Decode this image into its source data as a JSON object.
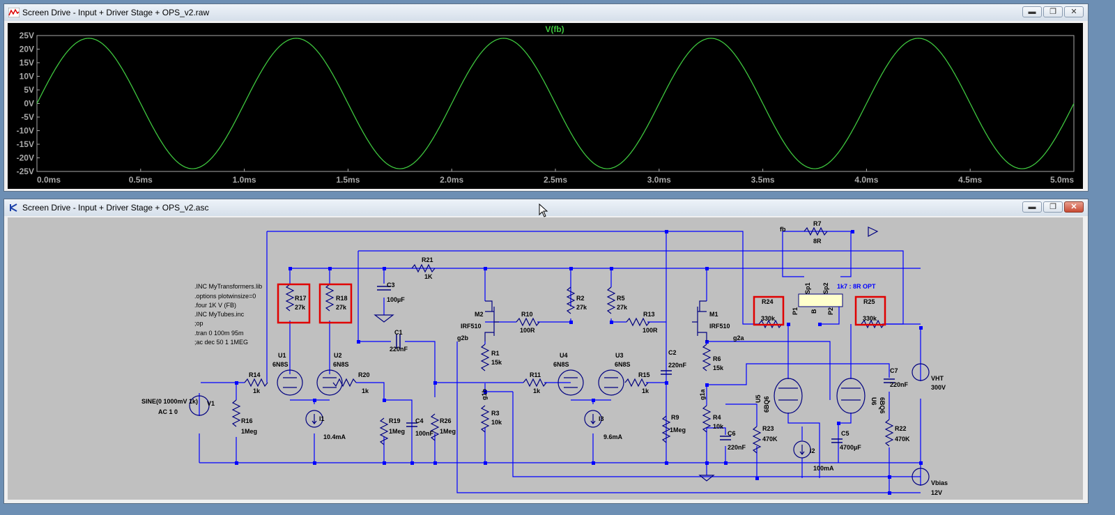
{
  "plot_window": {
    "title": "Screen Drive - Input + Driver Stage + OPS_v2.raw",
    "trace_label": "V(fb)",
    "trace_color": "#3ec63e"
  },
  "chart_data": {
    "type": "line",
    "title": "V(fb)",
    "xlabel": "",
    "ylabel": "",
    "xlim": [
      0,
      5.0
    ],
    "ylim": [
      -25,
      25
    ],
    "x_ticks": [
      "0.0ms",
      "0.5ms",
      "1.0ms",
      "1.5ms",
      "2.0ms",
      "2.5ms",
      "3.0ms",
      "3.5ms",
      "4.0ms",
      "4.5ms",
      "5.0ms"
    ],
    "y_ticks": [
      "25V",
      "20V",
      "15V",
      "10V",
      "5V",
      "0V",
      "-5V",
      "-10V",
      "-15V",
      "-20V",
      "-25V"
    ],
    "series": [
      {
        "name": "V(fb)",
        "frequency_khz": 1,
        "amplitude_v": 24,
        "offset_v": 0,
        "x_start_ms": 0,
        "x_end_ms": 5.0,
        "x_unit": "ms"
      }
    ],
    "grid": false,
    "background": "#000000",
    "axis_color": "#aaaaaa"
  },
  "schematic_window": {
    "title": "Screen Drive - Input + Driver Stage + OPS_v2.asc",
    "wire_color": "#0000ff",
    "highlight_color": "#e00000",
    "directives": [
      ".INC MyTransformers.lib",
      ".options plotwinsize=0",
      ".four 1K V (FB)",
      ".INC MyTubes.inc",
      ";op",
      ".tran 0 100m 95m",
      ";ac dec 50 1 1MEG"
    ],
    "source_v1": {
      "name": "V1",
      "line1": "SINE(0 1000mV 1k)",
      "line2": "AC 1 0"
    },
    "labels": {
      "R17": "R17",
      "R17v": "27k",
      "R18": "R18",
      "R18v": "27k",
      "R21": "R21",
      "R21v": "1K",
      "C3": "C3",
      "C3v": "100µF",
      "C1": "C1",
      "C1v": "220nF",
      "R14": "R14",
      "R14v": "1k",
      "R16": "R16",
      "R16v": "1Meg",
      "U1": "U1",
      "U1v": "6N8S",
      "U2": "U2",
      "U2v": "6N8S",
      "R20": "R20",
      "R20v": "1k",
      "I1": "I1",
      "I1v": "10.4mA",
      "R19": "R19",
      "R19v": "1Meg",
      "C4": "C4",
      "C4v": "100nF",
      "R26": "R26",
      "R26v": "1Meg",
      "M2": "M2",
      "M2v": "IRF510",
      "R10": "R10",
      "R10v": "100R",
      "g2b": "g2b",
      "R1": "R1",
      "R1v": "15k",
      "g1b": "g1b",
      "R3": "R3",
      "R3v": "10k",
      "R11": "R11",
      "R11v": "1k",
      "R2": "R2",
      "R2v": "27k",
      "U4": "U4",
      "U4v": "6N8S",
      "R5": "R5",
      "R5v": "27k",
      "U3": "U3",
      "U3v": "6N8S",
      "I3": "I3",
      "I3v": "9.6mA",
      "R13": "R13",
      "R13v": "100R",
      "R15": "R15",
      "R15v": "1k",
      "C2": "C2",
      "C2v": "220nF",
      "R9": "R9",
      "R9v": "1Meg",
      "M1": "M1",
      "M1v": "IRF510",
      "R6": "R6",
      "R6v": "15k",
      "g2a": "g2a",
      "g1a": "g1a",
      "R4": "R4",
      "R4v": "10k",
      "C6": "C6",
      "C6v": "220nF",
      "fb": "fb",
      "R7": "R7",
      "R7v": "8R",
      "R24": "R24",
      "R24v": "330k",
      "opt": "1k7 : 8R OPT",
      "Sp1": "Sp1",
      "Sp2": "Sp2",
      "P1": "P1",
      "B": "B",
      "P2": "P2",
      "R25": "R25",
      "R25v": "330k",
      "U5": "U5",
      "U5v": "6BQ6",
      "U6": "U6",
      "U6v": "6BQ6",
      "R23": "R23",
      "R23v": "470K",
      "I2": "I2",
      "I2v": "100mA",
      "C5": "C5",
      "C5v": "4700µF",
      "C7": "C7",
      "C7v": "220nF",
      "R22": "R22",
      "R22v": "470K",
      "VHT": "VHT",
      "VHTv": "300V",
      "Vbias": "Vbias",
      "Vbiasv": "12V"
    }
  }
}
